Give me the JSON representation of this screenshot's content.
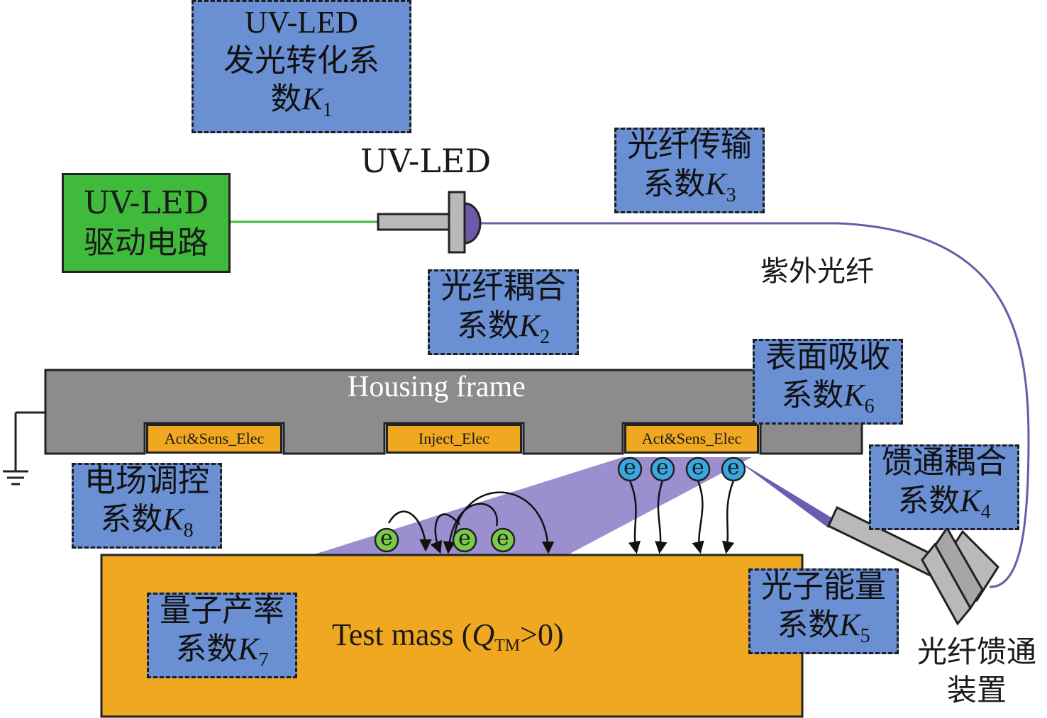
{
  "coefficients": {
    "k1": {
      "line1": "UV-LED",
      "line2": "发光转化系",
      "line3": "数",
      "k": "K",
      "sub": "1"
    },
    "k2": {
      "line1": "光纤耦合",
      "line2": "系数",
      "k": "K",
      "sub": "2"
    },
    "k3": {
      "line1": "光纤传输",
      "line2": "系数",
      "k": "K",
      "sub": "3"
    },
    "k4": {
      "line1": "馈通耦合",
      "line2": "系数",
      "k": "K",
      "sub": "4"
    },
    "k5": {
      "line1": "光子能量",
      "line2": "系数",
      "k": "K",
      "sub": "5"
    },
    "k6": {
      "line1": "表面吸收",
      "line2": "系数",
      "k": "K",
      "sub": "6"
    },
    "k7": {
      "line1": "量子产率",
      "line2": "系数",
      "k": "K",
      "sub": "7"
    },
    "k8": {
      "line1": "电场调控",
      "line2": "系数",
      "k": "K",
      "sub": "8"
    }
  },
  "driver": {
    "line1": "UV-LED",
    "line2": "驱动电路"
  },
  "uv_led_label": "UV-LED",
  "fiber_label": "紫外光纤",
  "feedthrough": {
    "line1": "光纤馈通",
    "line2": "装置"
  },
  "housing_label": "Housing frame",
  "electrodes": {
    "left": "Act&Sens_Elec",
    "middle": "Inject_Elec",
    "right": "Act&Sens_Elec"
  },
  "test_mass": {
    "prefix": "Test mass (",
    "q": "Q",
    "sub": "TM",
    "suffix": ">0)"
  },
  "electron_symbol": "e",
  "colors": {
    "coef_fill": "#6a8fd3",
    "driver_fill": "#3fba3a",
    "housing_fill": "#8c8c8c",
    "electrode_fill": "#f0a820",
    "test_mass_fill": "#f0a820",
    "fiber": "#6a5aa8",
    "beam": "#7a6ac0",
    "electron_blue": "#3aa8e0",
    "electron_green": "#7acb4a"
  }
}
